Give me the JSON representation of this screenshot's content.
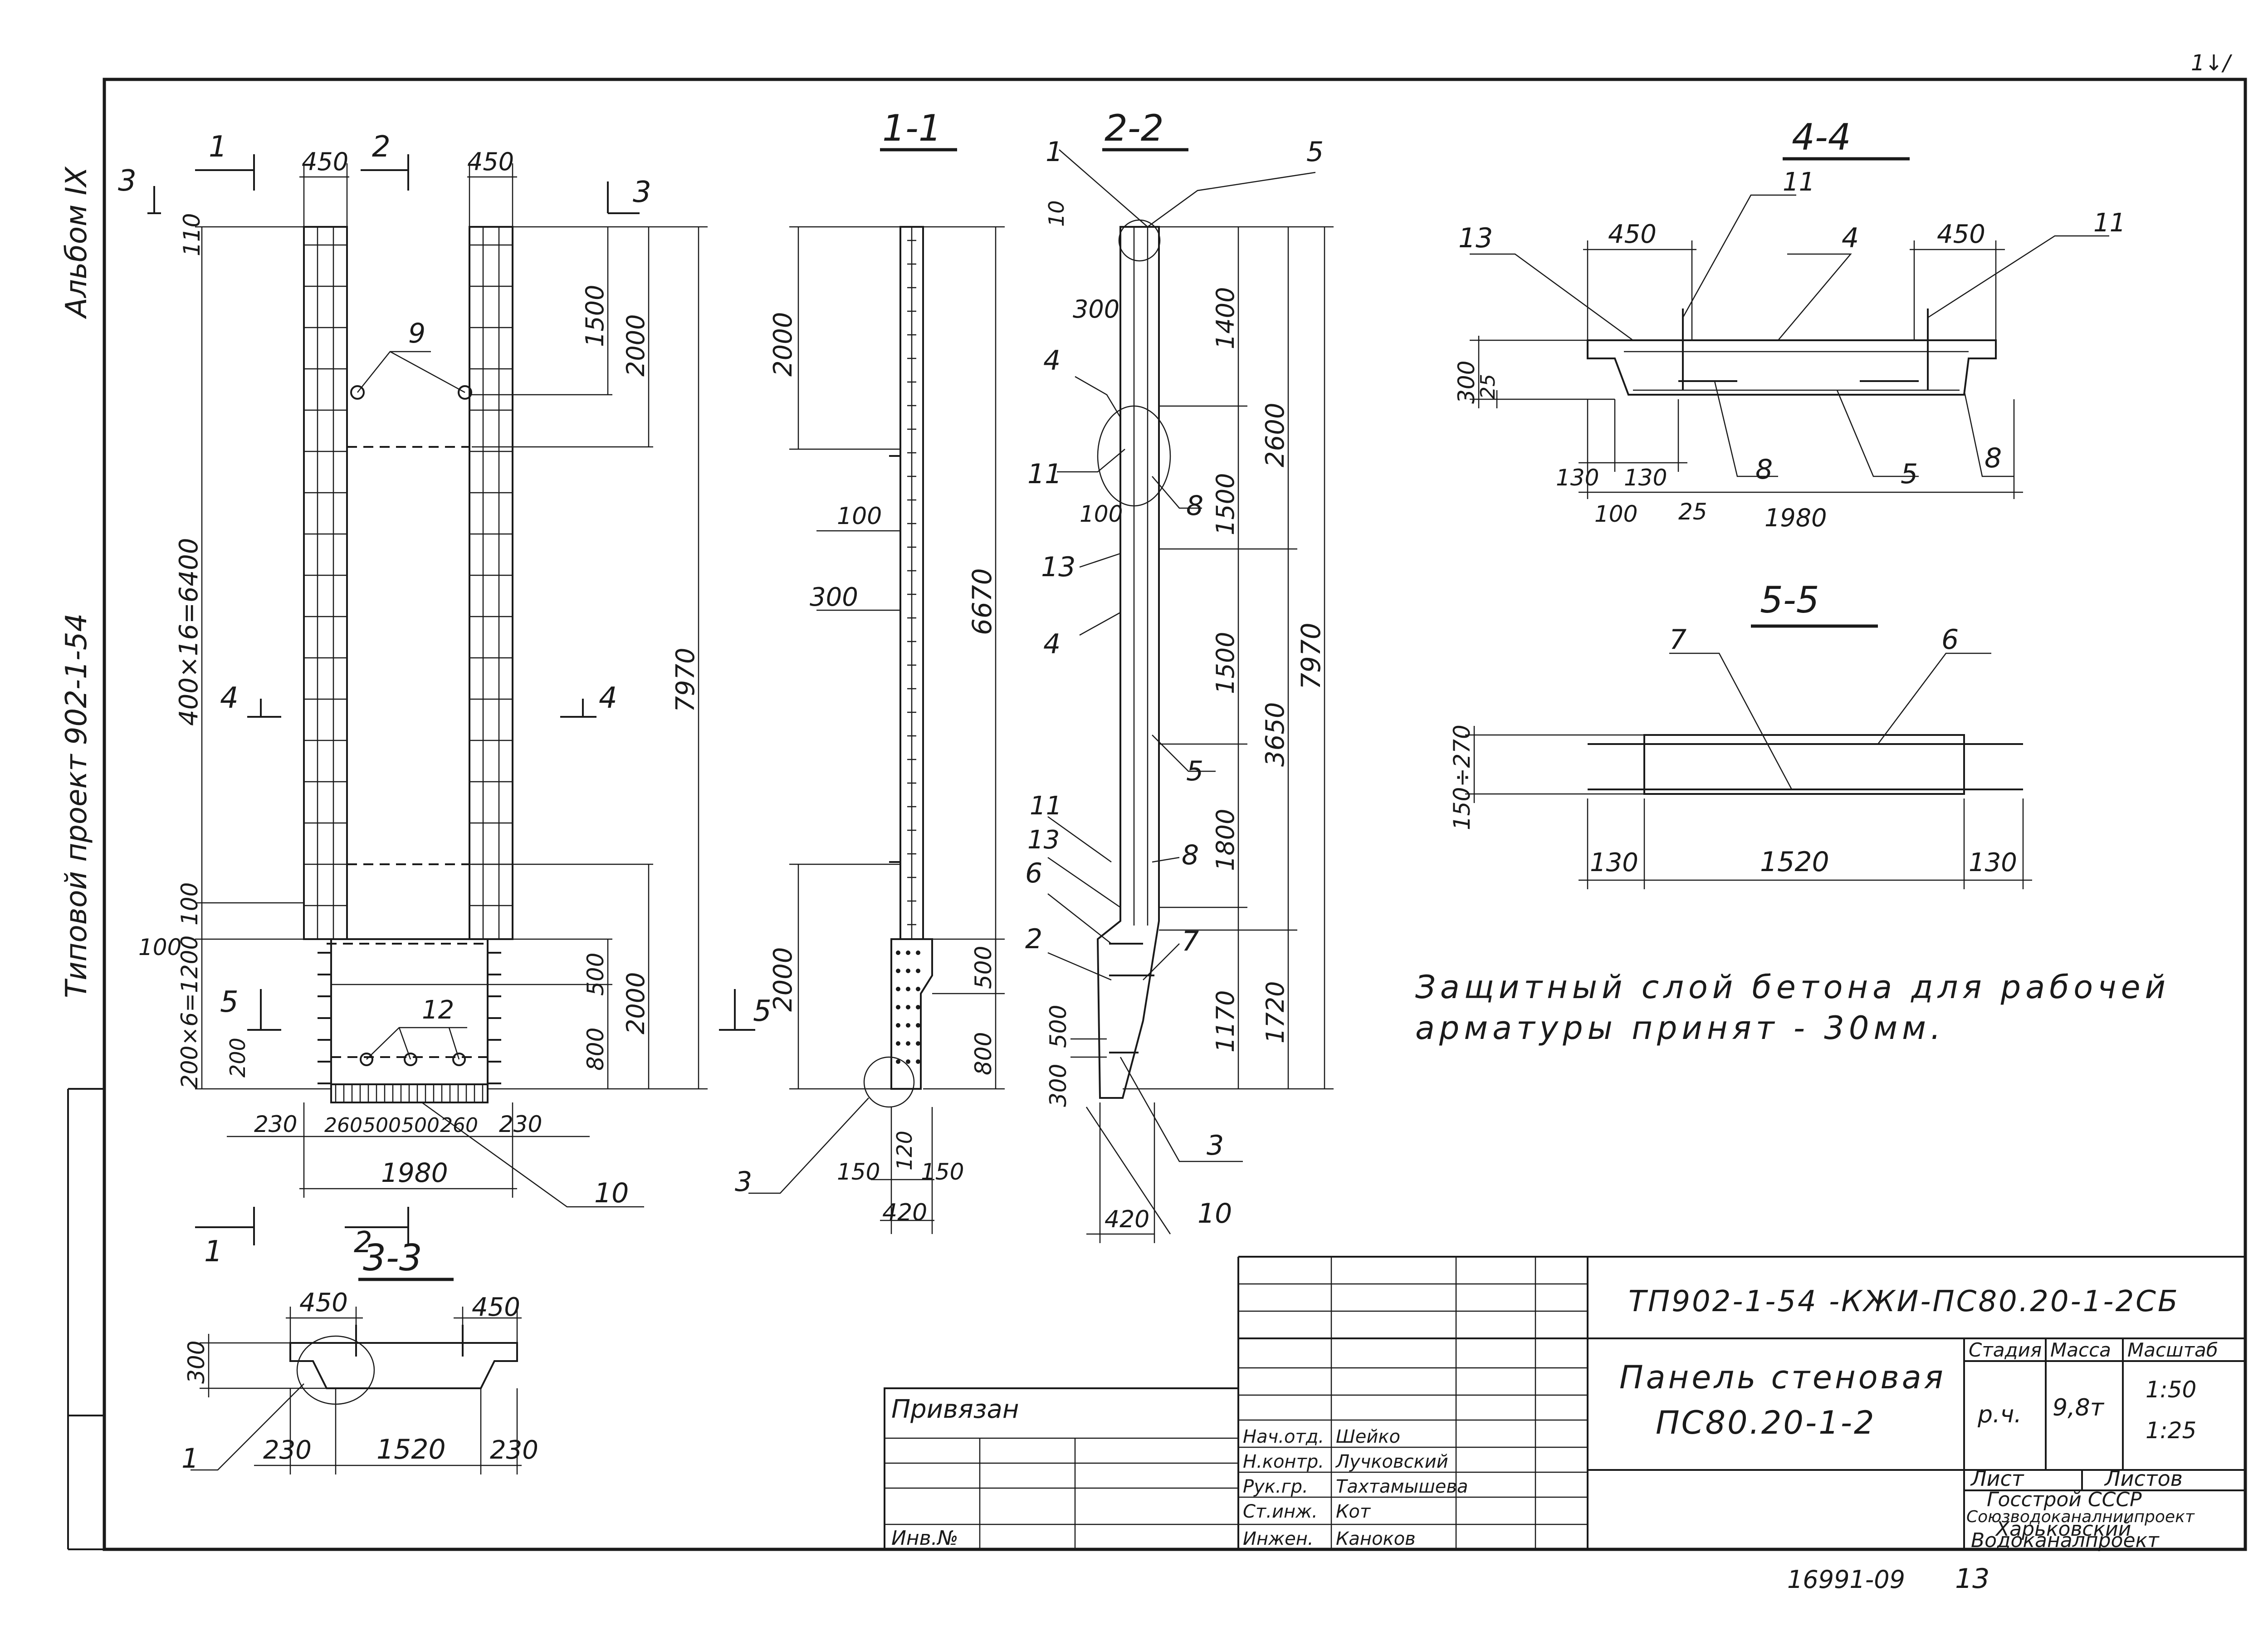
{
  "corner_mark": "1↓/",
  "side_text": {
    "album": "Альбом IX",
    "project": "Типовой проект 902-1-54"
  },
  "view_labels": {
    "s11": "1-1",
    "s22": "2-2",
    "s33": "3-3",
    "s44": "4-4",
    "s55": "5-5"
  },
  "cut_marks": [
    "1",
    "2",
    "3",
    "4",
    "5"
  ],
  "elevation_dims": {
    "d450a": "450",
    "d450b": "450",
    "d110": "110",
    "d1500": "1500",
    "d2000top": "2000",
    "d7970": "7970",
    "d6400": "400×16=6400",
    "d100a": "100",
    "d100b": "100",
    "d1200": "200×6=1200",
    "d200": "200",
    "d500": "500",
    "d800": "800",
    "d2000bot": "2000",
    "bottom_row": [
      "230",
      "260",
      "500",
      "500",
      "260",
      "230"
    ],
    "d1980": "1980"
  },
  "section11_dims": {
    "d2000a": "2000",
    "d100": "100",
    "d300": "300",
    "d6670": "6670",
    "d2000b": "2000",
    "d500": "500",
    "d800": "800",
    "d150a": "150",
    "d120": "120",
    "d150b": "150",
    "d420": "420"
  },
  "section22_dims": {
    "d10": "10",
    "d300": "300",
    "d1400": "1400",
    "d2600": "2600",
    "d100": "100",
    "d1500a": "1500",
    "d1500b": "1500",
    "d3650": "3650",
    "d7970": "7970",
    "d1800": "1800",
    "d1170": "1170",
    "d1720": "1720",
    "d500": "500",
    "d300b": "300",
    "d420": "420"
  },
  "section33_dims": {
    "d450a": "450",
    "d450b": "450",
    "d300": "300",
    "d230a": "230",
    "d1520": "1520",
    "d230b": "230"
  },
  "section44_dims": {
    "d450a": "450",
    "d450b": "450",
    "d300": "300",
    "d25a": "25",
    "d130a": "130",
    "d130b": "130",
    "d100": "100",
    "d25b": "25",
    "d1980": "1980"
  },
  "section55_dims": {
    "d150": "150÷270",
    "d130a": "130",
    "d1520": "1520",
    "d130b": "130"
  },
  "callouts": {
    "elev9": "9",
    "elev12": "12",
    "elev10": "10",
    "s11_3": "3",
    "s22_1": "1",
    "s22_5top": "5",
    "s22_4": "4",
    "s22_11a": "11",
    "s22_8a": "8",
    "s22_13a": "13",
    "s22_4b": "4",
    "s22_5mid": "5",
    "s22_11b": "11",
    "s22_13b": "13",
    "s22_8b": "8",
    "s22_6": "6",
    "s22_2": "2",
    "s22_7": "7",
    "s22_3": "3",
    "s22_10": "10",
    "s44_13": "13",
    "s44_11a": "11",
    "s44_4": "4",
    "s44_11b": "11",
    "s44_8a": "8",
    "s44_5": "5",
    "s44_8b": "8",
    "s55_7": "7",
    "s55_6": "6",
    "s33_1": "1"
  },
  "note": {
    "line1": "Защитный слой бетона для рабочей",
    "line2": "арматуры принят - 30мм."
  },
  "title_block": {
    "code": "ТП902-1-54 -КЖИ-ПС80.20-1-2СБ",
    "title_line1": "Панель стеновая",
    "title_line2": "ПС80.20-1-2",
    "hdr_stage": "Стадия",
    "hdr_mass": "Масса",
    "hdr_scale": "Масштаб",
    "stage": "р.ч.",
    "mass": "9,8т",
    "scale1": "1:50",
    "scale2": "1:25",
    "sheet": "Лист",
    "sheets": "Листов",
    "org1": "Госстрой СССР",
    "org2": "Союзводоканалниипроект",
    "org3": "Харьковский",
    "org4": "Водоканалпроект",
    "privyazan": "Привязан",
    "inv": "Инв.№",
    "roles": [
      {
        "role": "Нач.отд.",
        "name": "Шейко"
      },
      {
        "role": "Н.контр.",
        "name": "Лучковский"
      },
      {
        "role": "Рук.гр.",
        "name": "Тахтамышева"
      },
      {
        "role": "Ст.инж.",
        "name": "Кот"
      },
      {
        "role": "Инжен.",
        "name": "Каноков"
      }
    ]
  },
  "footer": {
    "number": "16991-09",
    "page": "13"
  }
}
